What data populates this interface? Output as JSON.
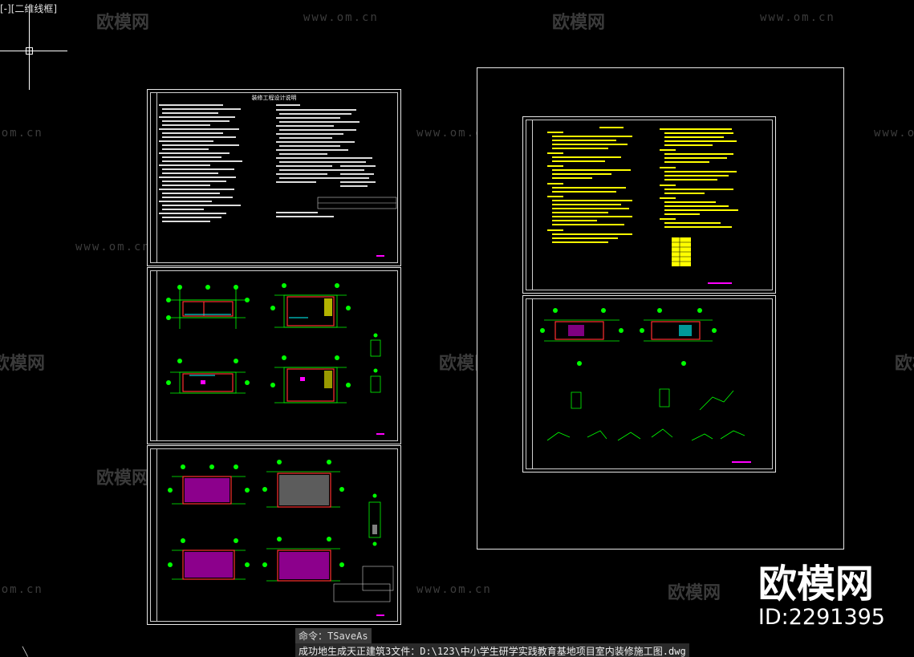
{
  "app": {
    "view_label": "[-][二维线框]"
  },
  "watermarks": {
    "brand_text": "欧模网",
    "url_text": "www.om.cn"
  },
  "brand": {
    "name": "欧模网",
    "id": "ID:2291395"
  },
  "left_sheets": {
    "sheet1_title": "装修工程设计说明"
  },
  "command_line": {
    "command": "命令：TSaveAs",
    "output": "成功地生成天正建筑3文件：D:\\123\\中小学生研学实践教育基地项目室内装修施工图.dwg"
  },
  "colors": {
    "background": "#000000",
    "frame": "#e8e8e8",
    "grid_green": "#00ff00",
    "wall_red": "#ff3030",
    "text_yellow": "#ffff00",
    "accent_magenta": "#ff00ff",
    "accent_cyan": "#00ffff"
  }
}
